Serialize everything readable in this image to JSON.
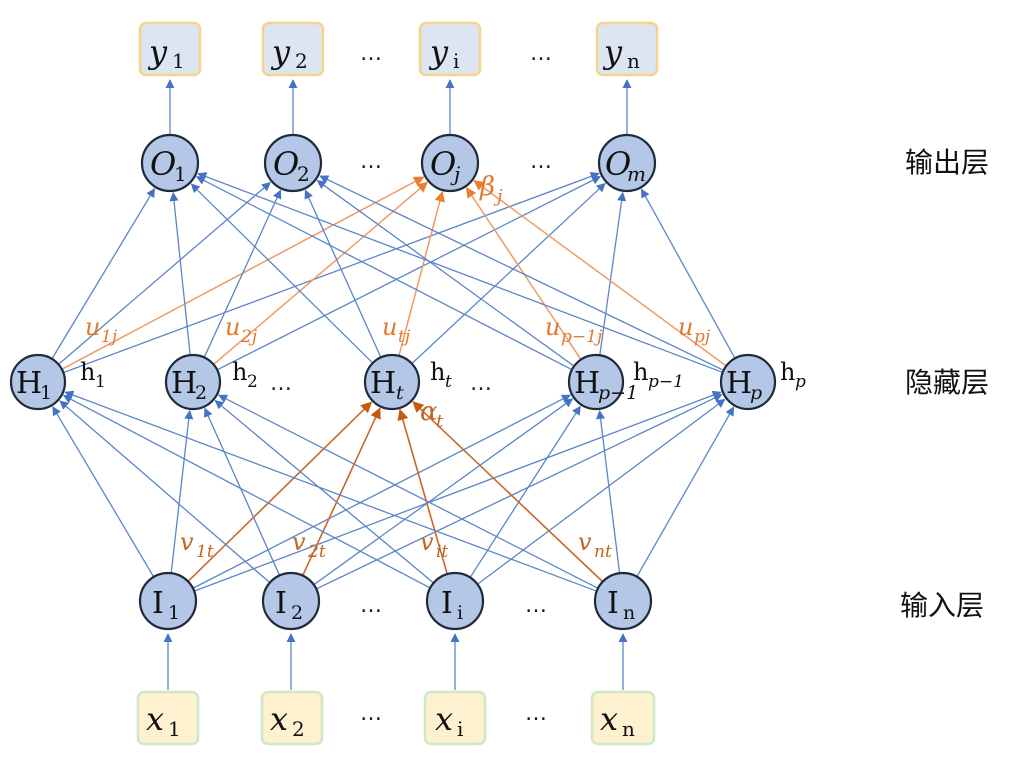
{
  "layers": {
    "output_label": "输出层",
    "hidden_label": "隐藏层",
    "input_label": "输入层"
  },
  "outputs_y": [
    {
      "main": "y",
      "sub": "1"
    },
    {
      "main": "y",
      "sub": "2"
    },
    {
      "main": "y",
      "sub": "i"
    },
    {
      "main": "y",
      "sub": "n"
    }
  ],
  "output_nodes": [
    {
      "main": "O",
      "sub": "1"
    },
    {
      "main": "O",
      "sub": "2"
    },
    {
      "main": "O",
      "sub": "j"
    },
    {
      "main": "O",
      "sub": "m"
    }
  ],
  "hidden_nodes": [
    {
      "main": "H",
      "sub": "1",
      "side_main": "h",
      "side_sub": "1"
    },
    {
      "main": "H",
      "sub": "2",
      "side_main": "h",
      "side_sub": "2"
    },
    {
      "main": "H",
      "sub": "t",
      "side_main": "h",
      "side_sub": "t"
    },
    {
      "main": "H",
      "sub": "p−1",
      "side_main": "h",
      "side_sub": "p−1"
    },
    {
      "main": "H",
      "sub": "p",
      "side_main": "h",
      "side_sub": "p"
    }
  ],
  "input_nodes": [
    {
      "main": "I",
      "sub": "1"
    },
    {
      "main": "I",
      "sub": "2"
    },
    {
      "main": "I",
      "sub": "i"
    },
    {
      "main": "I",
      "sub": "n"
    }
  ],
  "inputs_x": [
    {
      "main": "x",
      "sub": "1"
    },
    {
      "main": "x",
      "sub": "2"
    },
    {
      "main": "x",
      "sub": "i"
    },
    {
      "main": "x",
      "sub": "n"
    }
  ],
  "weights": {
    "u1j": {
      "main": "u",
      "sub": "1j"
    },
    "u2j": {
      "main": "u",
      "sub": "2j"
    },
    "utj": {
      "main": "u",
      "sub": "tj"
    },
    "up1j": {
      "main": "u",
      "sub": "p−1j"
    },
    "upj": {
      "main": "u",
      "sub": "pj"
    },
    "v1t": {
      "main": "v",
      "sub": "1t"
    },
    "v2t": {
      "main": "v",
      "sub": "2t"
    },
    "vit": {
      "main": "v",
      "sub": "it"
    },
    "vnt": {
      "main": "v",
      "sub": "nt"
    },
    "beta_j": {
      "main": "β",
      "sub": "j"
    },
    "alpha_t": {
      "main": "α",
      "sub": "t"
    }
  },
  "ellipsis": "…",
  "colors": {
    "node_fill": "#b4c7e7",
    "edge_blue": "#5b86c8",
    "edge_orange": "#ef9b66",
    "edge_dark_orange": "#c8672a"
  }
}
